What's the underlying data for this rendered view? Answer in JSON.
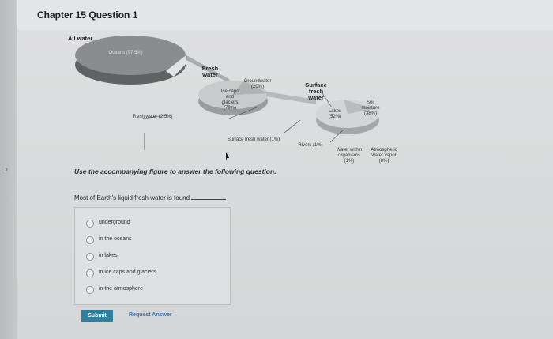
{
  "page": {
    "title": "Chapter 15 Question 1"
  },
  "figure": {
    "all_water_label": "All water",
    "oceans_label": "Oceans (97.5%)",
    "fresh_water_label": "Fresh water (2.5%)",
    "fresh_water_heading": "Fresh water",
    "ice_caps_label": "Ice caps and glaciers (79%)",
    "groundwater_label": "Groundwater (20%)",
    "surface_fresh_water_label": "Surface fresh water (1%)",
    "surface_fresh_water_heading": "Surface fresh water",
    "soil_moisture_label": "Soil moisture (38%)",
    "lakes_label": "Lakes (52%)",
    "rivers_label": "Rivers (1%)",
    "water_in_organisms_label": "Water within organisms (1%)",
    "atmospheric_vapor_label": "Atmospheric water vapor (8%)"
  },
  "instructions": "Use the accompanying figure to answer the following question.",
  "question": {
    "text": "Most of Earth's liquid fresh water is found"
  },
  "options": [
    {
      "label": "underground"
    },
    {
      "label": "in the oceans"
    },
    {
      "label": "in lakes"
    },
    {
      "label": "in ice caps and glaciers"
    },
    {
      "label": "in the atmosphere"
    }
  ],
  "actions": {
    "submit_label": "Submit",
    "request_answer_label": "Request Answer"
  },
  "colors": {
    "submit_bg": "#2f7f9e",
    "link": "#3b6fa8",
    "disk_dark": "#6f7273",
    "disk_light": "#c4c6c7"
  }
}
